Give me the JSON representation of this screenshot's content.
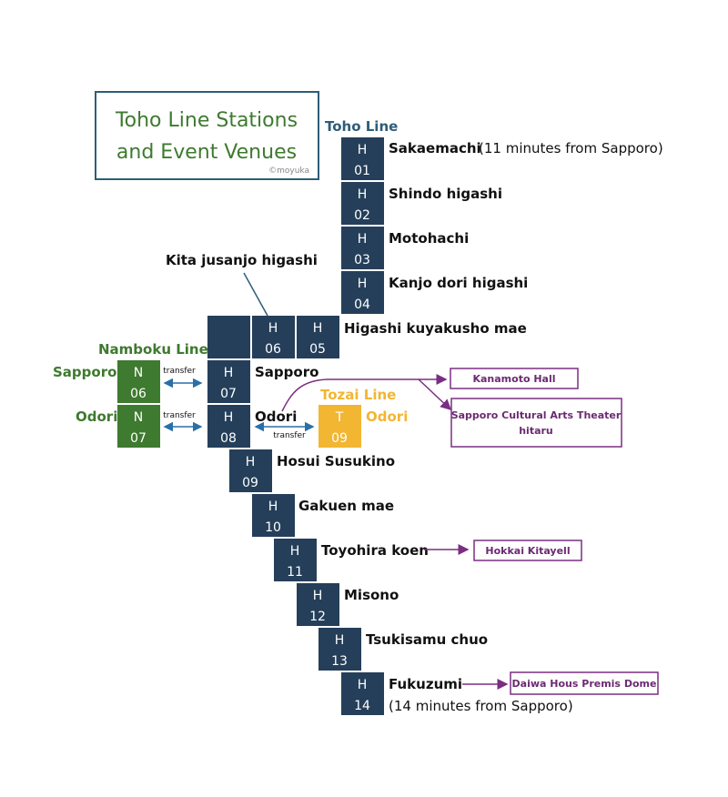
{
  "title": {
    "line1": "Toho Line Stations",
    "line2": "and Event Venues",
    "credit": "©moyuka"
  },
  "lines": {
    "toho": "Toho Line",
    "namboku": "Namboku Line",
    "tozai": "Tozai Line"
  },
  "colors": {
    "toho": "#253f5a",
    "namboku": "#3e7a2f",
    "tozai": "#f2b632",
    "venue": "#7a2e82",
    "title": "#3e7a2f"
  },
  "stations": [
    {
      "letter": "H",
      "num": "01",
      "name": "Sakaemachi",
      "note": "(11 minutes from Sapporo)"
    },
    {
      "letter": "H",
      "num": "02",
      "name": "Shindo higashi"
    },
    {
      "letter": "H",
      "num": "03",
      "name": "Motohachi"
    },
    {
      "letter": "H",
      "num": "04",
      "name": "Kanjo dori higashi"
    },
    {
      "letter": "H",
      "num": "05",
      "name": "Higashi kuyakusho mae"
    },
    {
      "letter": "H",
      "num": "06",
      "name": "Kita jusanjo higashi"
    },
    {
      "letter": "H",
      "num": "07",
      "name": "Sapporo"
    },
    {
      "letter": "H",
      "num": "08",
      "name": "Odori"
    },
    {
      "letter": "H",
      "num": "09",
      "name": "Hosui Susukino"
    },
    {
      "letter": "H",
      "num": "10",
      "name": "Gakuen mae"
    },
    {
      "letter": "H",
      "num": "11",
      "name": "Toyohira koen"
    },
    {
      "letter": "H",
      "num": "12",
      "name": "Misono"
    },
    {
      "letter": "H",
      "num": "13",
      "name": "Tsukisamu chuo"
    },
    {
      "letter": "H",
      "num": "14",
      "name": "Fukuzumi",
      "note": "(14 minutes from Sapporo)"
    }
  ],
  "transfers": [
    {
      "letter": "N",
      "num": "06",
      "name": "Sapporo",
      "label": "transfer"
    },
    {
      "letter": "N",
      "num": "07",
      "name": "Odori",
      "label": "transfer"
    },
    {
      "letter": "T",
      "num": "09",
      "name": "Odori",
      "label": "transfer"
    }
  ],
  "venues": [
    {
      "name": "Kanamoto Hall"
    },
    {
      "name_line1": "Sapporo Cultural Arts Theater",
      "name_line2": "hitaru"
    },
    {
      "name": "Hokkai Kitayell"
    },
    {
      "name": "Daiwa Hous Premis Dome"
    }
  ]
}
